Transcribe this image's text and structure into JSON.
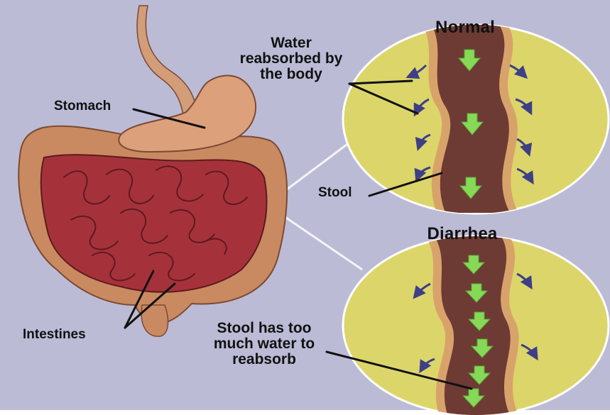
{
  "labels": {
    "normal_title": "Normal",
    "diarrhea_title": "Diarrhea",
    "water_reabsorbed": [
      "Water",
      "reabsorbed by",
      "the body"
    ],
    "stomach": "Stomach",
    "stool": "Stool",
    "intestines": "Intestines",
    "stool_too_much": [
      "Stool has too",
      "much water to",
      "reabsorb"
    ]
  },
  "colors": {
    "background": "#bcbbd6",
    "oval_fill": "#dcd56a",
    "stool_fill": "#6d3b34",
    "wall_outer": "#d8a36a",
    "arrow_green": "#86d957",
    "arrow_water": "#3e3f86",
    "intestine": "#a5323b",
    "colon": "#c98a62",
    "stomach": "#dca07a"
  }
}
